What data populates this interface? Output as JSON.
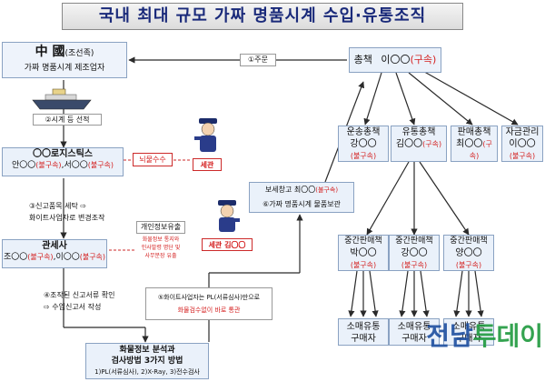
{
  "title": "국내 최대 규모 가짜 명품시계 수입·유통조직",
  "china": {
    "name": "中 國",
    "tag": "(조선족)",
    "desc": "가짜 명품시계 제조업자"
  },
  "order_label": "①주문",
  "boss": {
    "title": "총책",
    "name": "이〇〇",
    "status": "(구속)"
  },
  "ship_label": "②시계 등 선적",
  "logistics": {
    "name": "〇〇로지스틱스",
    "p1_name": "안〇〇",
    "p1_status": "(불구속)",
    "sep": ",",
    "p2_name": "서〇〇",
    "p2_status": "(불구속)"
  },
  "bribe_label": "뇌물수수",
  "customs_label": "세관",
  "step3": {
    "line1": "③신고품목 세탁 ⇨",
    "line2": "화이트사업자로 변경조작"
  },
  "info_leak": {
    "title": "개인정보유출",
    "line1": "화물정보 통지와",
    "line2": "인사발령 명단 및",
    "line3": "사무분장 유출"
  },
  "customs_kim": "세관 김〇〇",
  "customs_broker": {
    "title": "관세사",
    "p1_name": "조〇〇",
    "p1_status": "(불구속)",
    "sep": ",",
    "p2_name": "이〇〇",
    "p2_status": "(불구속)"
  },
  "step4": {
    "line1": "④조작된 신고서류 확인",
    "line2": "⇨ 수입신고서 작성"
  },
  "warehouse": {
    "line1a": "보세창고 최〇〇",
    "line1b": "(불구속)",
    "line2": "⑥가짜 명품시계 물품보관"
  },
  "step5": {
    "line1": "⑤화이트사업자는 PL(서류심사)만으로",
    "line2": "화물검수없이 바로 통관"
  },
  "analysis": {
    "title": "화물정보 분석과",
    "subtitle": "검사방법 3가지 방법",
    "detail": "1)PL(서류심사), 2)X-Ray, 3)전수검사"
  },
  "transport": {
    "title": "운송총책",
    "name": "강〇〇",
    "status": "(불구속)"
  },
  "distribution": {
    "title": "유통총책",
    "name": "김〇〇",
    "status": "(구속)"
  },
  "sales": {
    "title": "판매총책",
    "name": "최〇〇",
    "status": "(구속)"
  },
  "finance": {
    "title": "자금관리",
    "name": "이〇〇",
    "status": "(불구속)"
  },
  "mid1": {
    "title": "중간판매책",
    "name": "박〇〇",
    "status": "(불구속)"
  },
  "mid2": {
    "title": "중간판매책",
    "name": "강〇〇",
    "status": "(불구속)"
  },
  "mid3": {
    "title": "중간판매책",
    "name": "양〇〇",
    "status": "(불구속)"
  },
  "retail1": {
    "line1": "소매유통",
    "line2": "구매자"
  },
  "retail2": {
    "line1": "소매유통",
    "line2": "구매자"
  },
  "retail3": {
    "line1": "소매유통",
    "line2": "구매자"
  },
  "watermark": {
    "part1": "전남",
    "part2": "투데이"
  },
  "colors": {
    "arrow": "#2a2a2a",
    "box_border": "#8aa2c2",
    "box_fill": "#eaf1fa",
    "status_red": "#d41e1e",
    "title_text": "#1a2a7a",
    "watermark_blue": "#1e4fa0",
    "watermark_green": "#1f9a3e"
  }
}
